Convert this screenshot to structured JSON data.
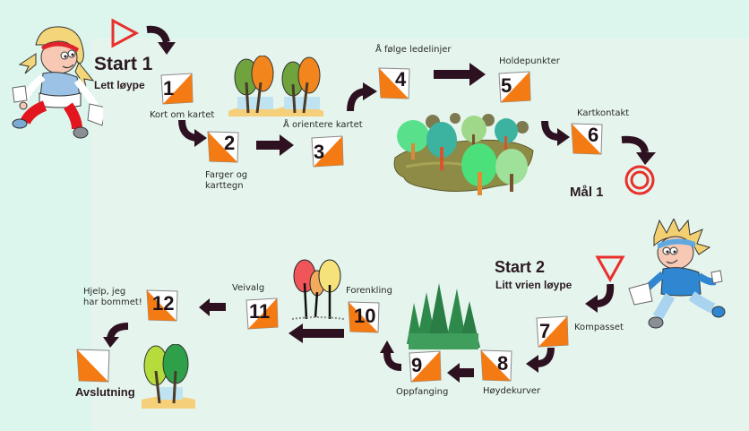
{
  "title": "Orienteering course progression",
  "colors": {
    "background": "#dcf6ee",
    "panel": "#e5f5ed",
    "flag_orange": "#f47b13",
    "flag_white": "#ffffff",
    "arrow": "#2e1120",
    "start_red": "#e8302c",
    "text": "#2a2a2a"
  },
  "course1": {
    "start_title": "Start 1",
    "start_subtitle": "Lett løype",
    "finish_title": "Mål 1",
    "start_icon": "start-triangle-icon",
    "finish_icon": "finish-double-circle-icon",
    "controls": [
      {
        "number": "1",
        "label": ""
      },
      {
        "number": "2",
        "label": "Farger og karttegn",
        "label_lines": [
          "Farger og",
          "karttegn"
        ]
      },
      {
        "number": "3",
        "label": "Å orientere kartet"
      },
      {
        "number": "4",
        "label": "Å følge ledelinjer"
      },
      {
        "number": "5",
        "label": "Holdepunkter"
      },
      {
        "number": "6",
        "label": "Kartkontakt"
      }
    ],
    "extra_labels": {
      "after_1": "Kort om kartet"
    }
  },
  "course2": {
    "start_title": "Start 2",
    "start_subtitle": "Litt vrien løype",
    "finish_title": "Avslutning",
    "start_icon": "start-triangle-down-icon",
    "controls": [
      {
        "number": "7",
        "label": "Kompasset"
      },
      {
        "number": "8",
        "label": "Høydekurver"
      },
      {
        "number": "9",
        "label": "Oppfanging"
      },
      {
        "number": "10",
        "label": "Forenkling"
      },
      {
        "number": "11",
        "label": "Veivalg"
      },
      {
        "number": "12",
        "label": "Hjelp, jeg har bommet!",
        "label_lines": [
          "Hjelp, jeg",
          "har bommet!"
        ]
      }
    ]
  }
}
